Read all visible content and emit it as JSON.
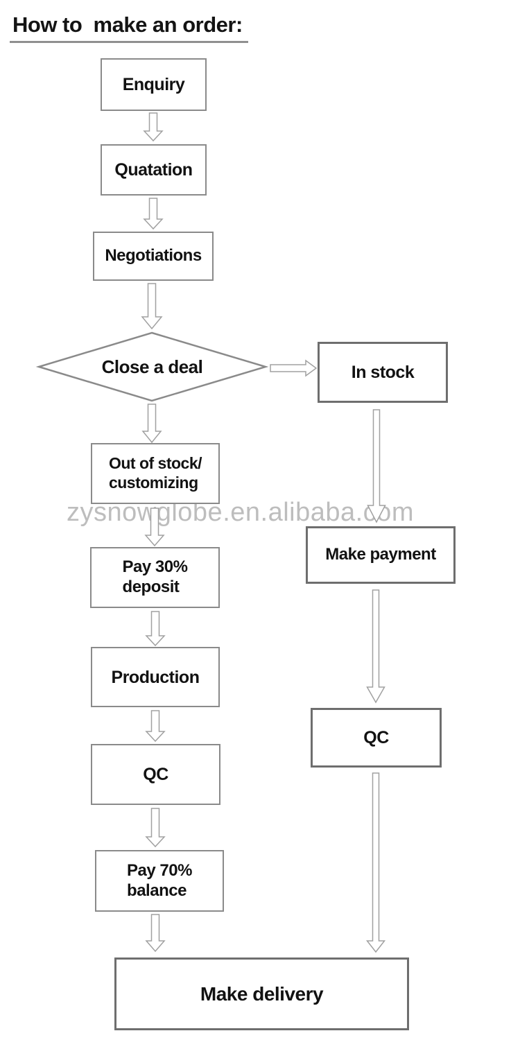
{
  "title": "How to  make an order:",
  "watermark": "zysnowglobe.en.alibaba.com",
  "colors": {
    "background": "#ffffff",
    "text": "#121212",
    "box_border_light": "#8a8a8a",
    "box_border_dark": "#6e6e6e",
    "arrow_outline": "#a0a0a0",
    "watermark": "#bdbdbd",
    "title_underline": "#8f8f8f"
  },
  "flowchart": {
    "nodes": {
      "enquiry": {
        "label": "Enquiry",
        "shape": "rect"
      },
      "quatation": {
        "label": "Quatation",
        "shape": "rect"
      },
      "negotiations": {
        "label": "Negotiations",
        "shape": "rect"
      },
      "close_a_deal": {
        "label": "Close a deal",
        "shape": "diamond"
      },
      "in_stock": {
        "label": "In stock",
        "shape": "rect"
      },
      "out_of_stock": {
        "line1": "Out of stock/",
        "line2": "customizing",
        "shape": "rect"
      },
      "make_payment": {
        "label": "Make payment",
        "shape": "rect"
      },
      "pay_30": {
        "line1": "Pay 30%",
        "line2": "deposit",
        "shape": "rect"
      },
      "production": {
        "label": "Production",
        "shape": "rect"
      },
      "qc_left": {
        "label": "QC",
        "shape": "rect"
      },
      "qc_right": {
        "label": "QC",
        "shape": "rect"
      },
      "pay_70": {
        "line1": "Pay 70%",
        "line2": "balance",
        "shape": "rect"
      },
      "make_delivery": {
        "label": "Make delivery",
        "shape": "rect"
      }
    },
    "edges": [
      {
        "from": "enquiry",
        "to": "quatation"
      },
      {
        "from": "quatation",
        "to": "negotiations"
      },
      {
        "from": "negotiations",
        "to": "close_a_deal"
      },
      {
        "from": "close_a_deal",
        "to": "in_stock"
      },
      {
        "from": "close_a_deal",
        "to": "out_of_stock"
      },
      {
        "from": "in_stock",
        "to": "make_payment"
      },
      {
        "from": "out_of_stock",
        "to": "pay_30"
      },
      {
        "from": "pay_30",
        "to": "production"
      },
      {
        "from": "production",
        "to": "qc_left"
      },
      {
        "from": "qc_left",
        "to": "pay_70"
      },
      {
        "from": "make_payment",
        "to": "qc_right"
      },
      {
        "from": "pay_70",
        "to": "make_delivery"
      },
      {
        "from": "qc_right",
        "to": "make_delivery"
      }
    ]
  }
}
